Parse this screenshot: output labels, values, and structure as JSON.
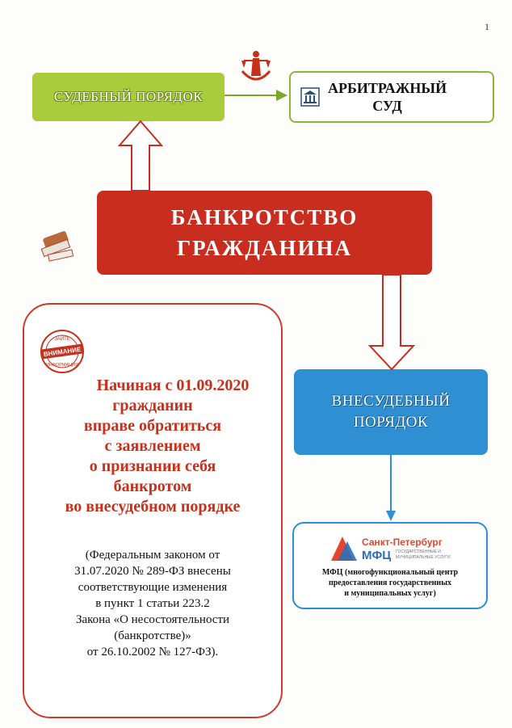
{
  "page_number": "1",
  "court_route": {
    "label": "СУДЕБНЫЙ ПОРЯДОК"
  },
  "arbitration": {
    "line1": "АРБИТРАЖНЫЙ",
    "line2": "СУД",
    "icon": "courthouse-icon"
  },
  "bankruptcy": {
    "line1": "БАНКРОТСТВО",
    "line2": "ГРАЖДАНИНА"
  },
  "out_of_court": {
    "line1": "ВНЕСУДЕБНЫЙ",
    "line2": "ПОРЯДОК"
  },
  "notice": {
    "badge_line1": "ЗАЙТЕ",
    "badge_main": "ВНИМАНИЕ",
    "badge_line3": "ИНФОРМАЦИЯ",
    "main_lines": [
      "Начиная с 01.09.2020",
      "гражданин",
      "вправе обратиться",
      "с заявлением",
      "о признании себя",
      "банкротом",
      "во внесудебном порядке"
    ],
    "sub_lines": [
      "(Федеральным законом от",
      "31.07.2020 № 289-ФЗ внесены",
      "соответствующие изменения",
      "в пункт 1 статьи 223.2",
      "Закона «О несостоятельности",
      "(банкротстве)»",
      "от 26.10.2002 № 127-ФЗ)."
    ]
  },
  "mfc": {
    "logo_city": "Санкт-Петербург",
    "logo_abbr": "МФЦ",
    "logo_small1": "ГОСУДАРСТВЕННЫЕ И",
    "logo_small2": "МУНИЦИПАЛЬНЫЕ УСЛУГИ",
    "line1": "МФЦ  (многофункциональный центр",
    "line2": "предоставления  государственных",
    "line3": "и муниципальных услуг)"
  },
  "colors": {
    "green": "#a8cc3c",
    "red": "#c82d1f",
    "blue": "#2e8fd2",
    "notice_red": "#c8301c"
  }
}
